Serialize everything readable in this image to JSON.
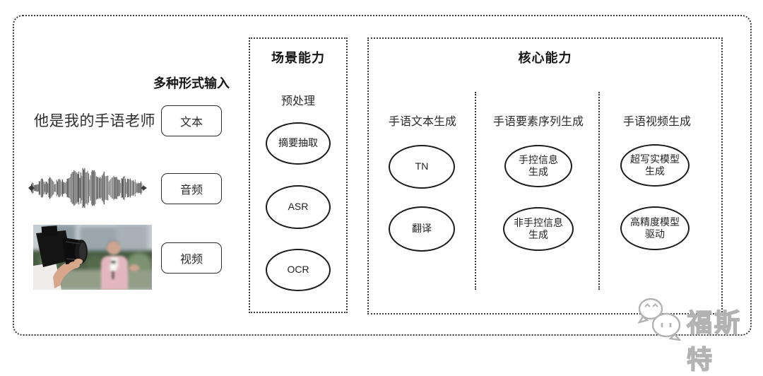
{
  "input_section": {
    "label": "多种形式输入",
    "sample_text": "他是我的手语老师",
    "items": [
      {
        "label": "文本"
      },
      {
        "label": "音频"
      },
      {
        "label": "视频"
      }
    ]
  },
  "scene_box": {
    "title": "场景能力",
    "subtitle": "预处理",
    "nodes": [
      "摘要抽取",
      "ASR",
      "OCR"
    ]
  },
  "core_box": {
    "title": "核心能力",
    "columns": [
      {
        "header": "手语文本生成",
        "nodes": [
          "TN",
          "翻译"
        ]
      },
      {
        "header": "手语要素序列生成",
        "nodes": [
          "手控信息\n生成",
          "非手控信息\n生成"
        ]
      },
      {
        "header": "手语视频生成",
        "nodes": [
          "超写实模型\n生成",
          "高精度模型\n驱动"
        ]
      }
    ]
  },
  "watermark": {
    "text": "福斯特",
    "icon": "wechat-bubbles-icon"
  },
  "colors": {
    "stroke": "#3c3c3c",
    "node_stroke": "#1c1c1c",
    "watermark": "#b2b2b2"
  }
}
